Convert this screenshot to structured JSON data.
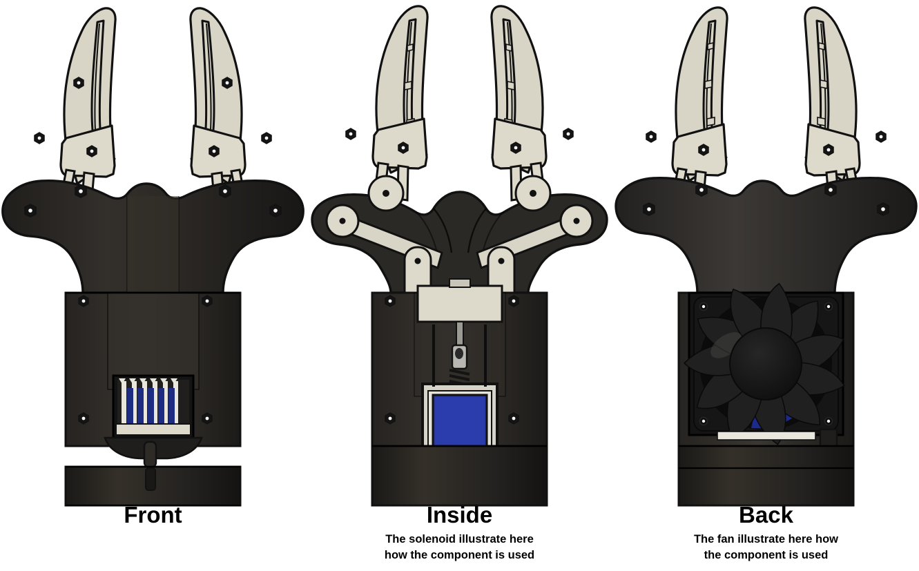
{
  "figure": {
    "name": "robotic-gripper-three-views",
    "background_color": "#ffffff"
  },
  "palette": {
    "finger_fill": "#d8d4c6",
    "finger_fill_light": "#e2dfd3",
    "body_dark": "#2c2a27",
    "body_darker": "#1b1a18",
    "body_mid": "#3a3733",
    "outline": "#111111",
    "bolt_fill": "#141414",
    "bolt_center": "#ffffff",
    "connector_blue": "#1e2c82",
    "solenoid_blue": "#27369c",
    "fan_blue": "#1b2a8c",
    "metal_silver": "#b9b7b1",
    "panel_cream": "#ddd9cb",
    "text_color": "#000000"
  },
  "views": [
    {
      "id": "front",
      "title": "Front",
      "subtitle": "",
      "component_highlight": "pin-connector",
      "connector": {
        "pin_count": 6,
        "pin_color": "#1e2c82",
        "housing_color": "#ddd9cb"
      }
    },
    {
      "id": "inside",
      "title": "Inside",
      "subtitle": "The solenoid illustrate here\nhow the component is used",
      "component_highlight": "solenoid",
      "solenoid": {
        "coil_color": "#27369c",
        "housing_color": "#d6d3c8",
        "spring_turns": 5,
        "has_plunger": true
      }
    },
    {
      "id": "back",
      "title": "Back",
      "subtitle": "The fan illustrate here how\nthe component is used",
      "component_highlight": "cooling-fan",
      "fan": {
        "blade_count": 11,
        "frame_color": "#141414",
        "blade_color": "#1c1c1c",
        "hub_color": "#121212",
        "accent_color": "#1b2a8c",
        "corner_screws": 4
      }
    }
  ]
}
